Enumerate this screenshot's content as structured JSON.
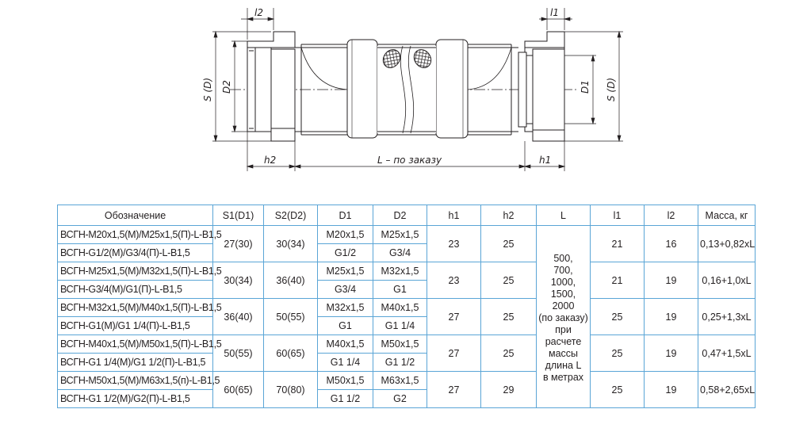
{
  "drawing": {
    "labels": {
      "l2": "l2",
      "l1": "l1",
      "S_D": "S (D)",
      "D2": "D2",
      "D1": "D1",
      "h2": "h2",
      "h1": "h1",
      "L": "L – по заказу"
    }
  },
  "table": {
    "headers": [
      "Обозначение",
      "S1(D1)",
      "S2(D2)",
      "D1",
      "D2",
      "h1",
      "h2",
      "L",
      "l1",
      "l2",
      "Масса, кг"
    ],
    "L_note": [
      "500,",
      "700,",
      "1000,",
      "1500,",
      "2000",
      "(по заказу)",
      "при расчете",
      "массы",
      "длина L",
      "в метрах"
    ],
    "groups": [
      {
        "names": [
          "ВСГН-М20х1,5(М)/М25х1,5(П)-L-В1,5",
          "ВСГН-G1/2(M)/G3/4(П)-L-В1,5"
        ],
        "s1": "27(30)",
        "s2": "30(34)",
        "d1": [
          "М20х1,5",
          "G1/2"
        ],
        "d2": [
          "М25х1,5",
          "G3/4"
        ],
        "h1": "23",
        "h2": "25",
        "l1": "21",
        "l2": "16",
        "mass": "0,13+0,82хL"
      },
      {
        "names": [
          "ВСГН-М25х1,5(М)/М32х1,5(П)-L-В1,5",
          "ВСГН-G3/4(M)/G1(П)-L-В1,5"
        ],
        "s1": "30(34)",
        "s2": "36(40)",
        "d1": [
          "М25х1,5",
          "G3/4"
        ],
        "d2": [
          "М32х1,5",
          "G1"
        ],
        "h1": "23",
        "h2": "25",
        "l1": "21",
        "l2": "19",
        "mass": "0,16+1,0хL"
      },
      {
        "names": [
          "ВСГН-М32х1,5(М)/М40х1,5(П)-L-В1,5",
          "ВСГН-G1(M)/G1 1/4(П)-L-В1,5"
        ],
        "s1": "36(40)",
        "s2": "50(55)",
        "d1": [
          "М32х1,5",
          "G1"
        ],
        "d2": [
          "М40х1,5",
          "G1 1/4"
        ],
        "h1": "27",
        "h2": "25",
        "l1": "25",
        "l2": "19",
        "mass": "0,25+1,3хL"
      },
      {
        "names": [
          "ВСГН-М40х1,5(М)/М50х1,5(П)-L-В1,5",
          "ВСГН-G1 1/4(M)/G1 1/2(П)-L-В1,5"
        ],
        "s1": "50(55)",
        "s2": "60(65)",
        "d1": [
          "М40х1,5",
          "G1 1/4"
        ],
        "d2": [
          "М50х1,5",
          "G1 1/2"
        ],
        "h1": "27",
        "h2": "25",
        "l1": "25",
        "l2": "19",
        "mass": "0,47+1,5хL"
      },
      {
        "names": [
          "ВСГН-М50х1,5(М)/М63х1,5(п)-L-В1,5",
          "ВСГН-G1 1/2(M)/G2(П)-L-В1,5"
        ],
        "s1": "60(65)",
        "s2": "70(80)",
        "d1": [
          "М50х1,5",
          "G1 1/2"
        ],
        "d2": [
          "М63х1,5",
          "G2"
        ],
        "h1": "27",
        "h2": "29",
        "l1": "25",
        "l2": "19",
        "mass": "0,58+2,65хL"
      }
    ]
  }
}
